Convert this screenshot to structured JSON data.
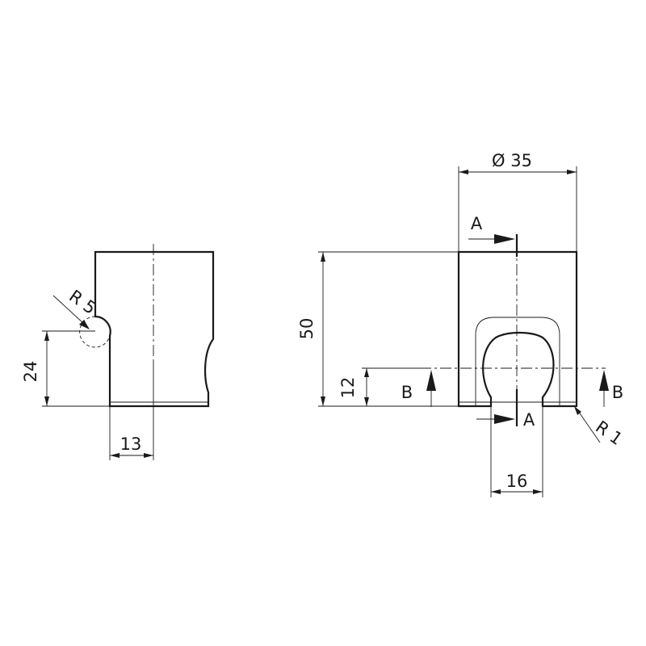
{
  "colors": {
    "line": "#1a1a1a",
    "background": "#ffffff"
  },
  "side_view": {
    "radius_label": "R 5",
    "height_label": "24",
    "offset_label": "13"
  },
  "front_view": {
    "diameter_label": "Ø 35",
    "height_label": "50",
    "lower_height_label": "12",
    "width_label": "16",
    "corner_radius_label": "R 1",
    "section_a_top": "A",
    "section_a_bottom": "A",
    "section_b_left": "B",
    "section_b_right": "B"
  }
}
